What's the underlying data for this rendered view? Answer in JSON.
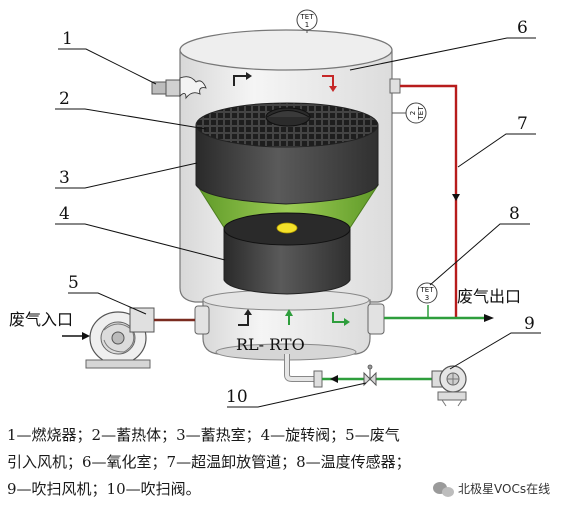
{
  "labels": {
    "n1": "1",
    "n2": "2",
    "n3": "3",
    "n4": "4",
    "n5": "5",
    "n6": "6",
    "n7": "7",
    "n8": "8",
    "n9": "9",
    "n10": "10"
  },
  "text": {
    "inlet": "废气入口",
    "outlet": "废气出口",
    "rto": "RL- RTO"
  },
  "sensors": {
    "t1_tag": "TET",
    "t1_num": "1",
    "t2_tag": "TET",
    "t2_num": "2",
    "t3_tag": "TET",
    "t3_num": "3"
  },
  "legend": {
    "line1": "1—燃烧器；2—蓄热体；3—蓄热室；4—旋转阀；5—废气",
    "line2": "引入风机；6—氧化室；7—超温卸放管道；8—温度传感器；",
    "line3": "9—吹扫风机；10—吹扫阀。"
  },
  "watermark": "北极星VOCs在线",
  "colors": {
    "vessel": "#e9e9e9",
    "media": "#3c3c3c",
    "chamber": "#7bb53a",
    "bypass": "#b71c1c",
    "purge": "#2e9e3c"
  }
}
